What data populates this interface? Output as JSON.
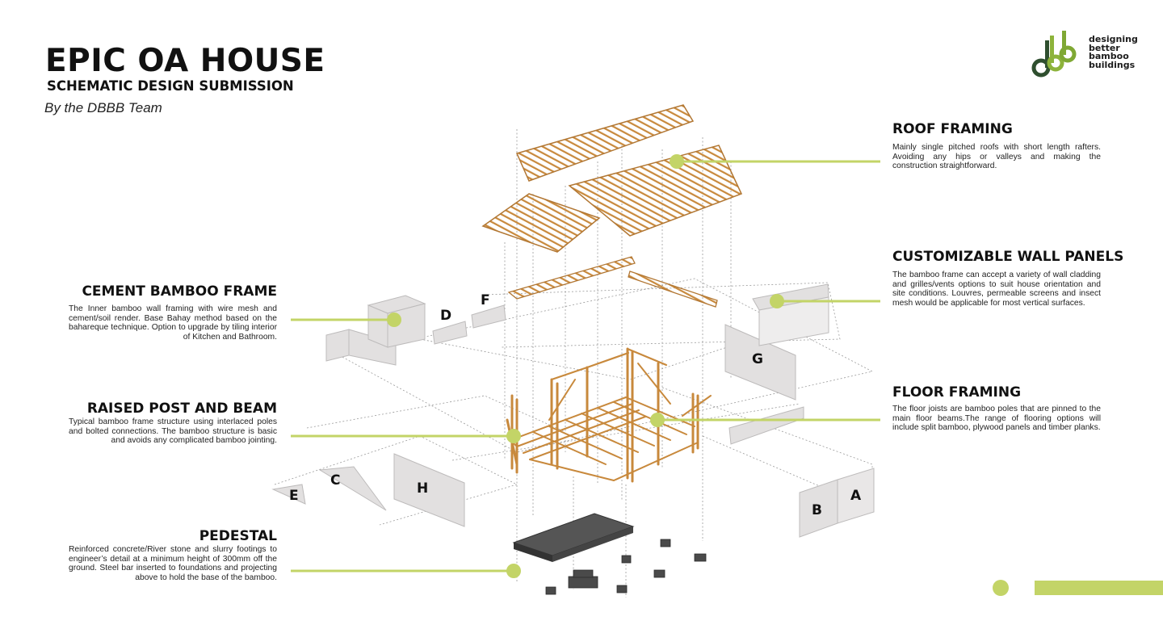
{
  "header": {
    "title": "EPIC OA HOUSE",
    "subtitle": "SCHEMATIC DESIGN SUBMISSION",
    "byline": "By the DBBB Team"
  },
  "logo": {
    "icon": "dbbb-logo-icon",
    "lines": [
      "designing",
      "better",
      "bamboo",
      "buildings"
    ]
  },
  "colors": {
    "accent": "#c3d467",
    "bamboo": "#c8893c",
    "panel": "#e2e0e0",
    "text": "#111111"
  },
  "labels": {
    "roof_framing": {
      "title": "ROOF FRAMING",
      "text": "Mainly single pitched roofs with short length rafters. Avoiding any hips or valleys and making the construction straightforward."
    },
    "wall_panels": {
      "title": "CUSTOMIZABLE WALL PANELS",
      "text": "The bamboo frame can accept a variety of wall cladding and grilles/vents options to suit house orientation and site conditions. Louvres, permeable screens and insect mesh would be applicable for most vertical surfaces."
    },
    "floor_framing": {
      "title": "FLOOR FRAMING",
      "text": "The floor joists are bamboo poles that are pinned to the main floor beams.The range of flooring options will include split bamboo, plywood panels and timber planks."
    },
    "cement_frame": {
      "title": "CEMENT BAMBOO FRAME",
      "text": "The Inner bamboo wall framing with wire mesh and cement/soil render. Base Bahay method based on the bahareque technique. Option to upgrade by tiling interior of Kitchen and Bathroom."
    },
    "post_beam": {
      "title": "RAISED POST AND BEAM",
      "text": "Typical bamboo frame structure using interlaced poles and bolted connections. The bamboo structure is basic and avoids any complicated bamboo jointing."
    },
    "pedestal": {
      "title": "PEDESTAL",
      "text": "Reinforced concrete/River stone and slurry footings to engineer’s detail at a minimum height of 300mm off the ground. Steel bar inserted to foundations and projecting above to hold the base of the bamboo."
    }
  },
  "panel_letters": {
    "a": "A",
    "b": "B",
    "c": "C",
    "d": "D",
    "e": "E",
    "f": "F",
    "g": "G",
    "h": "H"
  }
}
